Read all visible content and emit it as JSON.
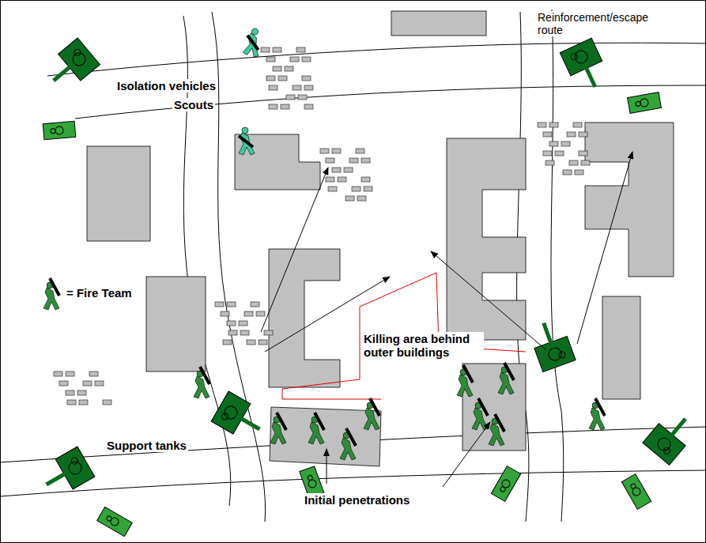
{
  "diagram": {
    "labels": [
      "Reinforcement/escape route",
      "Isolation vehicles",
      "Scouts",
      "Killing area behind outer buildings",
      "Support tanks",
      "Initial penetrations"
    ],
    "legend": [
      {
        "text": "= Fire Team"
      }
    ]
  }
}
